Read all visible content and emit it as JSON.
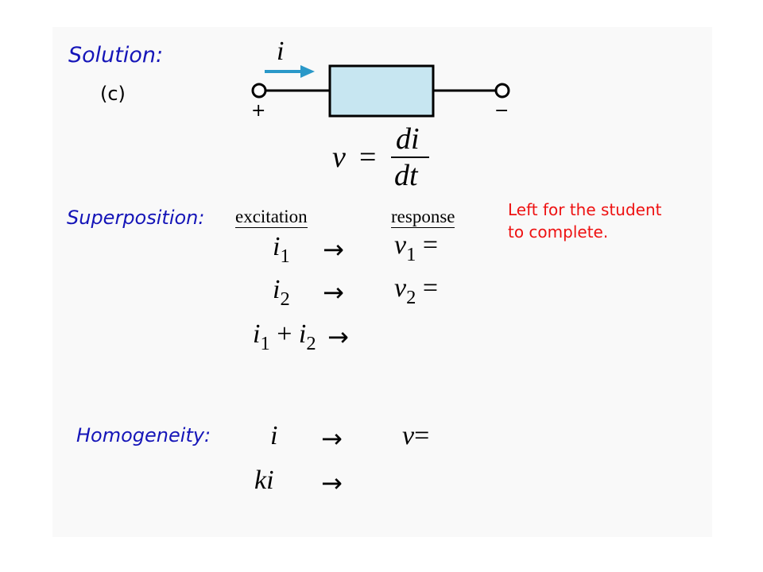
{
  "solution": {
    "heading": "Solution:",
    "part_label": "(c)"
  },
  "circuit": {
    "current_label": "i",
    "plus_label": "+",
    "minus_label": "−",
    "arrow_color": "#2a98c8",
    "element_fill": "#c7e6f1"
  },
  "equation": {
    "lhs": "v",
    "equals": "=",
    "numerator": "di",
    "denominator": "dt"
  },
  "superposition": {
    "heading": "Superposition:",
    "col_excitation": "excitation",
    "col_response": "response",
    "rows": [
      {
        "input_var": "i",
        "input_sub": "1",
        "output_var": "v",
        "output_sub": "1",
        "equals": "="
      },
      {
        "input_var": "i",
        "input_sub": "2",
        "output_var": "v",
        "output_sub": "2",
        "equals": "="
      }
    ],
    "sum_row": {
      "term1_var": "i",
      "term1_sub": "1",
      "plus": "+",
      "term2_var": "i",
      "term2_sub": "2"
    }
  },
  "note": {
    "line1": "Left for the student",
    "line2": "to complete."
  },
  "homogeneity": {
    "heading": "Homogeneity:",
    "row1_input": "i",
    "row1_output": "v",
    "row1_equals": "=",
    "row2_input": "ki"
  },
  "arrow_symbol": "→"
}
